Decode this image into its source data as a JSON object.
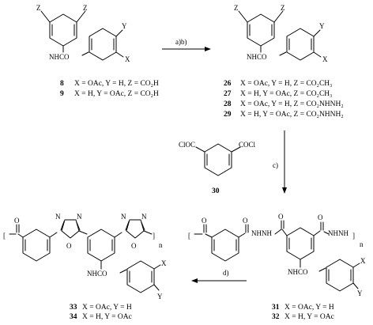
{
  "compounds": {
    "c8": {
      "number": "8",
      "desc": "X = OAc, Y = H, Z = CO₂H"
    },
    "c9": {
      "number": "9",
      "desc": "X = H, Y = OAc, Z = CO₂H"
    },
    "c26": {
      "number": "26",
      "desc": "X = OAc, Y = H, Z = CO₂CH₃"
    },
    "c27": {
      "number": "27",
      "desc": "X = H, Y = OAc, Z = CO₂CH₃"
    },
    "c28": {
      "number": "28",
      "desc": "X = OAc, Y = H, Z = CO₂NHNH₂"
    },
    "c29": {
      "number": "29",
      "desc": "X = H, Y = OAc, Z = CO₂NHNH₂"
    },
    "c30": {
      "number": "30"
    },
    "c31": {
      "number": "31",
      "desc": "X = OAc, Y = H"
    },
    "c32": {
      "number": "32",
      "desc": "X = H, Y = OAc"
    },
    "c33": {
      "number": "33",
      "desc": "X = OAc, Y = H"
    },
    "c34": {
      "number": "34",
      "desc": "X = H, Y = OAc"
    }
  },
  "conditions": {
    "step_ab": "a)b)",
    "step_c": "c)",
    "step_d": "d)"
  },
  "atoms": {
    "Z": "Z",
    "Y": "Y",
    "X": "X",
    "NHCO": "NHCO",
    "ClOC": "ClOC",
    "COCl": "COCl",
    "NHNH": "NHNH",
    "NHNH_end": "NHNH",
    "O": "O",
    "N": "N",
    "n": "n"
  },
  "brackets": {
    "open": "[",
    "close": "]"
  }
}
